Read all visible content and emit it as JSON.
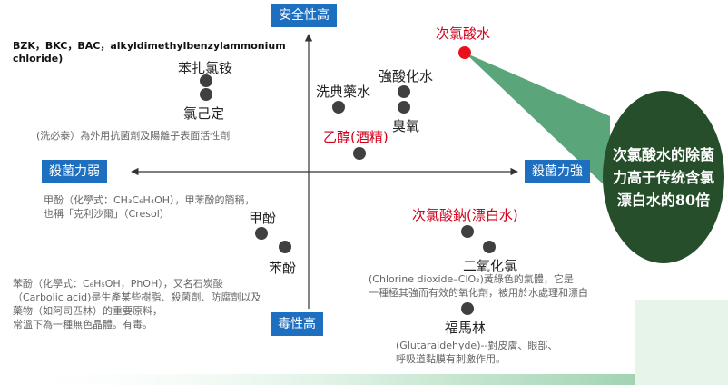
{
  "axes": {
    "top": "安全性高",
    "bottom": "毒性高",
    "left": "殺菌力弱",
    "right": "殺菌力強"
  },
  "items": {
    "benzalkonium": {
      "label_top": "苯扎氯铵",
      "label_bottom": "氯己定",
      "note_abbrev": "BZK，BKC，BAC，alkyldimethylbenzylammonium chloride)",
      "note_desc": "(洗必泰）為外用抗菌劑及陽離子表面活性劑"
    },
    "ethanol": {
      "label": "乙醇(酒精)"
    },
    "chinese_water": {
      "label": "洗典藥水"
    },
    "strong_acid_water": {
      "label": "強酸化水"
    },
    "ozone": {
      "label": "臭氧"
    },
    "hypochlorous": {
      "label": "次氯酸水"
    },
    "cresol": {
      "label": "甲酚",
      "note_line1": "甲酚（化學式：CH₃C₆H₄OH），甲苯酚的簡稱，",
      "note_line2": "也稱「克利沙爾」（Cresol）"
    },
    "phenol": {
      "label": "苯酚",
      "note_line1": "苯酚（化學式：C₆H₅OH，PhOH），又名石炭酸",
      "note_line2": "（Carbolic acid)是生產某些樹脂、殺菌劑、防腐劑以及",
      "note_line3": "藥物（如阿司匹林）的重要原料，",
      "note_line4": "常溫下為一種無色晶體。有毒。"
    },
    "sodium_hypochlorite": {
      "label": "次氯酸鈉(漂白水)"
    },
    "chlorine_dioxide": {
      "label": "二氧化氯",
      "note_line1": "(Chlorine dioxide–ClO₂)黃綠色的氣體，它是",
      "note_line2": "一種極其強而有效的氧化劑，被用於水處理和漂白"
    },
    "formalin": {
      "label": "福馬林",
      "note_line1": "(Glutaraldehyde)--對皮膚、眼部、",
      "note_line2": "呼吸道黏膜有刺激作用。"
    }
  },
  "callout": {
    "text": "次氯酸水的除菌力高于传统含氯漂白水的80倍",
    "colors": {
      "bubble": "#264e2a",
      "beam": "#5aa57a",
      "dot": "#e8101a"
    }
  },
  "colors": {
    "axis_box": "#1e6fbf",
    "red_label": "#d0021b",
    "dot": "#404040"
  }
}
